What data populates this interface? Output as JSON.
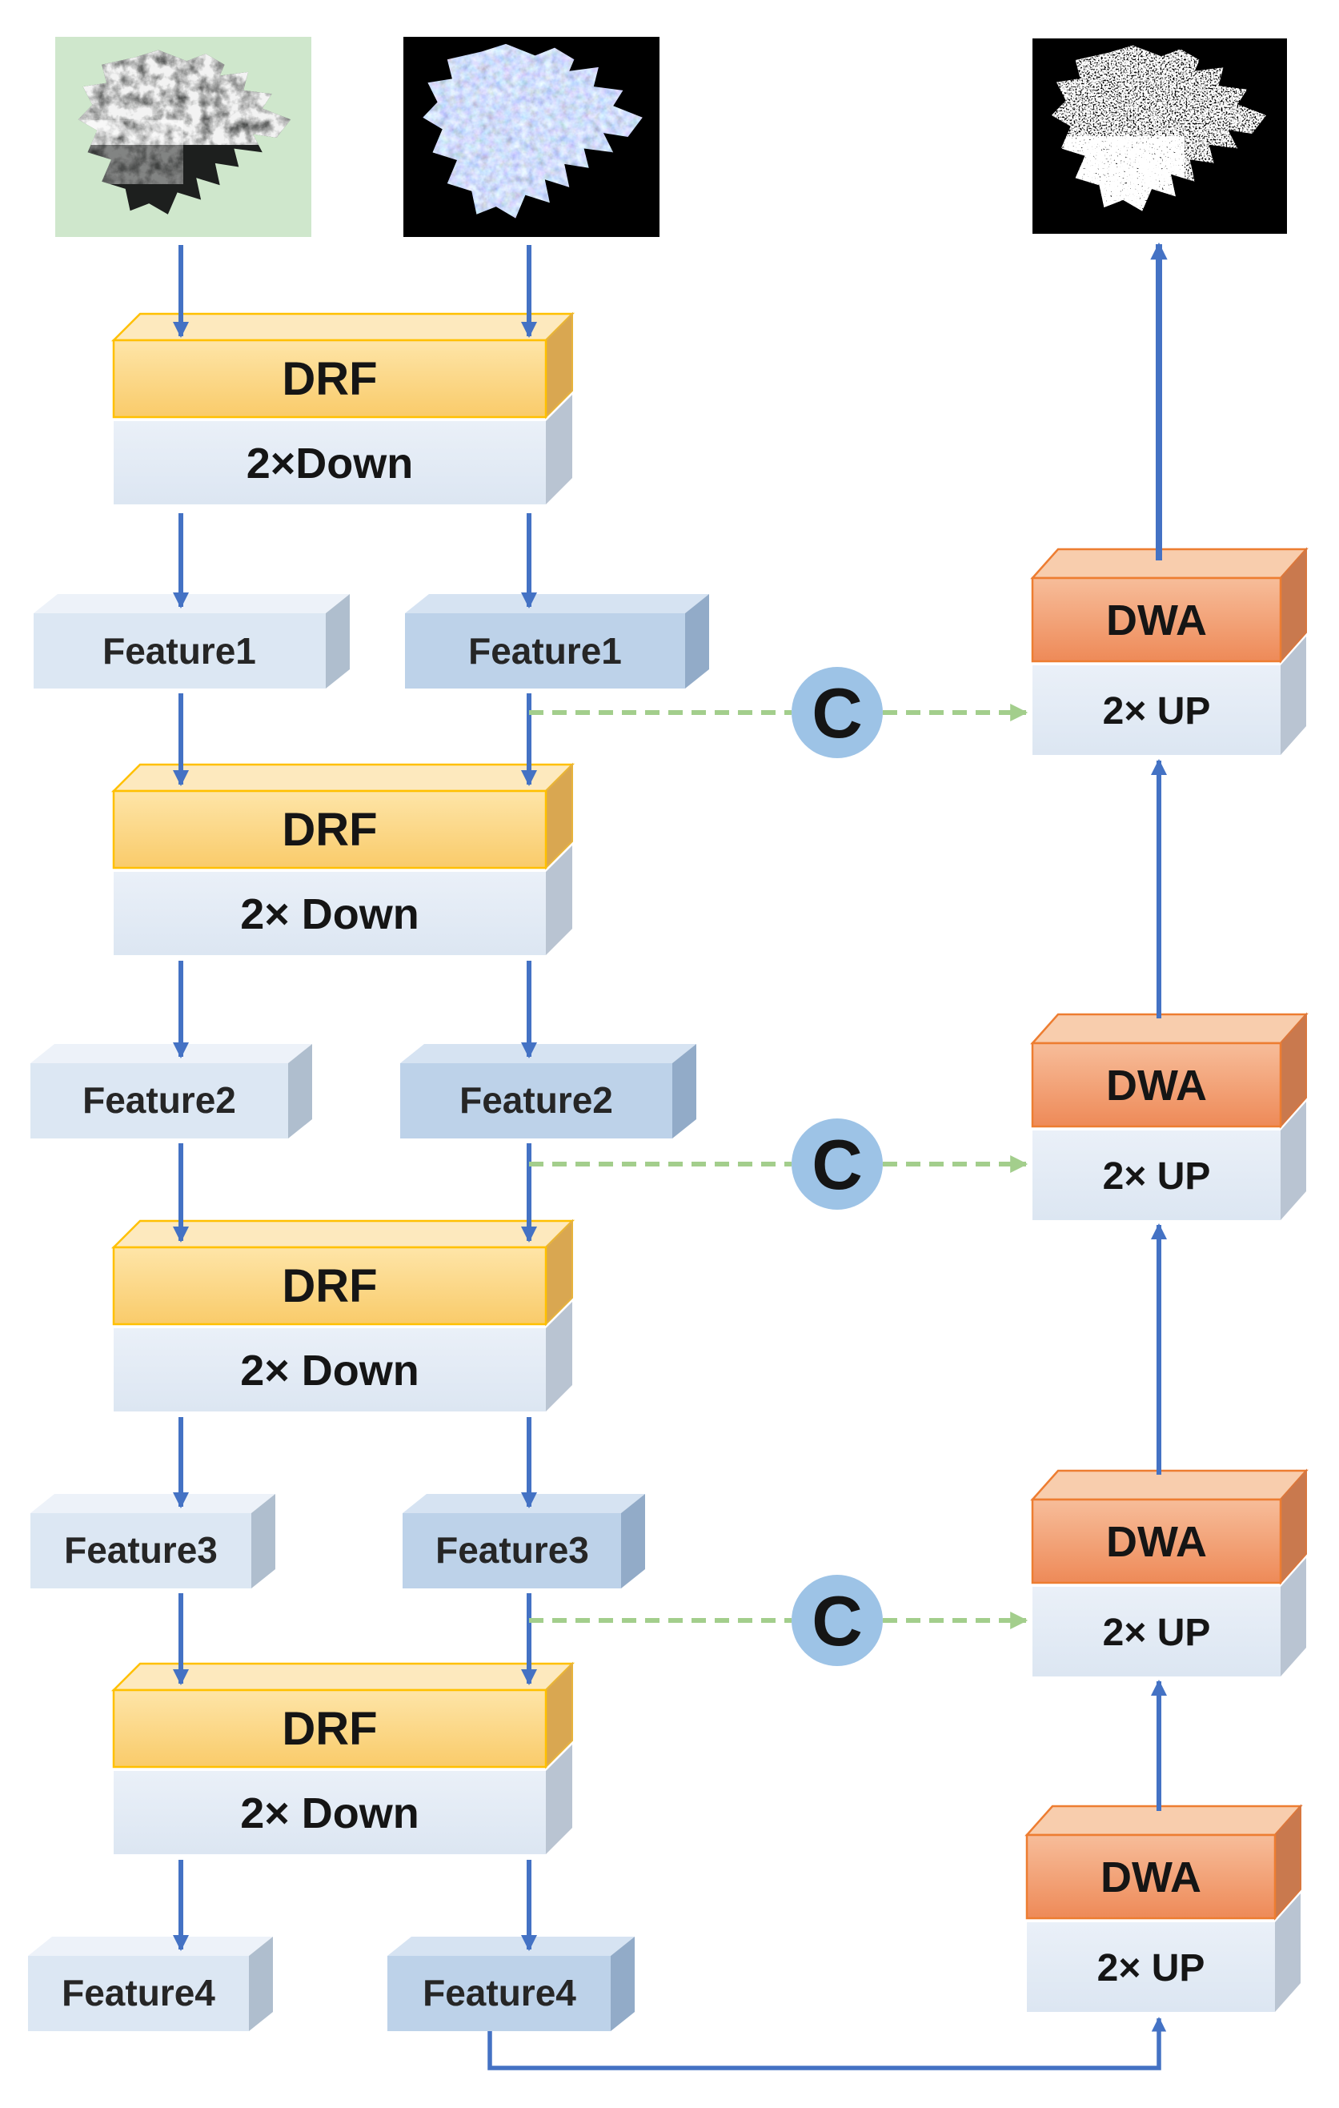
{
  "diagram": {
    "encoder_rows": [
      {
        "drf": "DRF",
        "down": "2×Down"
      },
      {
        "drf": "DRF",
        "down": "2× Down"
      },
      {
        "drf": "DRF",
        "down": "2× Down"
      },
      {
        "drf": "DRF",
        "down": "2× Down"
      }
    ],
    "features_left": [
      "Feature1",
      "Feature2",
      "Feature3",
      "Feature4"
    ],
    "features_right": [
      "Feature1",
      "Feature2",
      "Feature3",
      "Feature4"
    ],
    "decoder_rows": [
      {
        "dwa": "DWA",
        "up": "2× UP"
      },
      {
        "dwa": "DWA",
        "up": "2× UP"
      },
      {
        "dwa": "DWA",
        "up": "2× UP"
      },
      {
        "dwa": "DWA",
        "up": "2× UP"
      }
    ],
    "concat_nodes": [
      "C",
      "C",
      "C"
    ],
    "images": {
      "left": "sar-input-image",
      "middle": "optical-input-image",
      "right": "change-map-output-image"
    },
    "colors": {
      "arrow_blue": "#4472C4",
      "dashed_green": "#A3CE8C",
      "drf_fill": "#FBD687",
      "drf_border": "#FFC000",
      "dwa_fill": "#F2A377",
      "dwa_border": "#ED7D31",
      "down_up_fill": "#DFE9F5",
      "feature_left_fill": "#DCE7F3",
      "feature_right_fill": "#BDD2E9",
      "concat_fill": "#9DC3E6",
      "sar_background": "#CFE7CC",
      "image_background": "#000000"
    }
  }
}
